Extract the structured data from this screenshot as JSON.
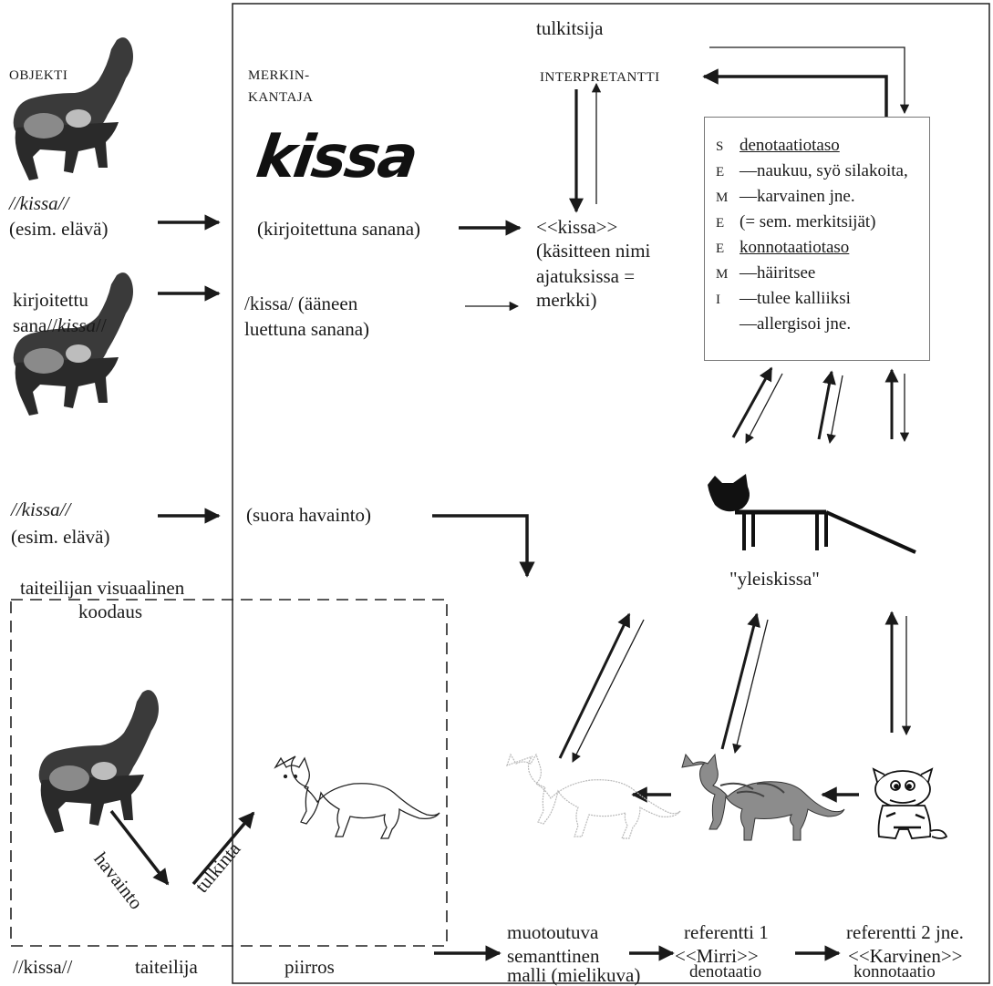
{
  "diagram": {
    "interpreter": "tulkitsija",
    "interpretant": "INTERPRETANTTI",
    "object_label": "OBJEKTI",
    "sign_vehicle_line1": "MERKIN-",
    "sign_vehicle_line2": "KANTAJA",
    "kissa_script": "kissa",
    "row1": {
      "object_prefix": "//",
      "object_word": "kissa",
      "object_suffix": "//",
      "object_note": "(esim. elävä)",
      "sign": "(kirjoitettuna sanana)",
      "concept_line1": "<<kissa>>",
      "concept_line2": "(käsitteen nimi",
      "concept_line3": "ajatuksissa =",
      "concept_line4": "merkki)"
    },
    "row2": {
      "object_line1": "kirjoitettu",
      "object_line2_prefix": "sana//",
      "object_line2_word": "kissa",
      "object_line2_suffix": "//",
      "sign_line1": "/kissa/ (ääneen",
      "sign_line2": "luettuna sanana)"
    },
    "row3": {
      "object_prefix": "//",
      "object_word": "kissa",
      "object_suffix": "//",
      "object_note": "(esim. elävä)",
      "sign": "(suora havainto)"
    },
    "semantics": {
      "rows": [
        {
          "letter": "S",
          "text": "denotaatiotaso",
          "underline": true
        },
        {
          "letter": "E",
          "text": "—naukuu, syö silakoita,",
          "underline": false
        },
        {
          "letter": "M",
          "text": "—karvainen jne.",
          "underline": false
        },
        {
          "letter": "E",
          "text": "(= sem. merkitsijät)",
          "underline": false
        },
        {
          "letter": "E",
          "text": "konnotaatiotaso",
          "underline": true
        },
        {
          "letter": "M",
          "text": "—häiritsee",
          "underline": false
        },
        {
          "letter": "I",
          "text": "—tulee kalliiksi",
          "underline": false
        },
        {
          "letter": "",
          "text": "—allergisoi jne.",
          "underline": false
        }
      ]
    },
    "general_cat": "\"yleiskissa\"",
    "artist_coding_line1": "taiteilijan visuaalinen",
    "artist_coding_line2": "koodaus",
    "havainto": "havainto",
    "tulkinta": "tulkinta",
    "bottom": {
      "kissa": "//kissa//",
      "artist": "taiteilija",
      "drawing": "piirros",
      "model_line1": "muotoutuva",
      "model_line2": "semanttinen",
      "model_line3": "malli (mielikuva)",
      "ref1_line1": "referentti 1",
      "ref1_line2": "<<Mirri>>",
      "ref2_line1": "referentti 2 jne.",
      "ref2_line2": "<<Karvinen>>",
      "denotation": "denotaatio",
      "connotation": "konnotaatio"
    }
  }
}
